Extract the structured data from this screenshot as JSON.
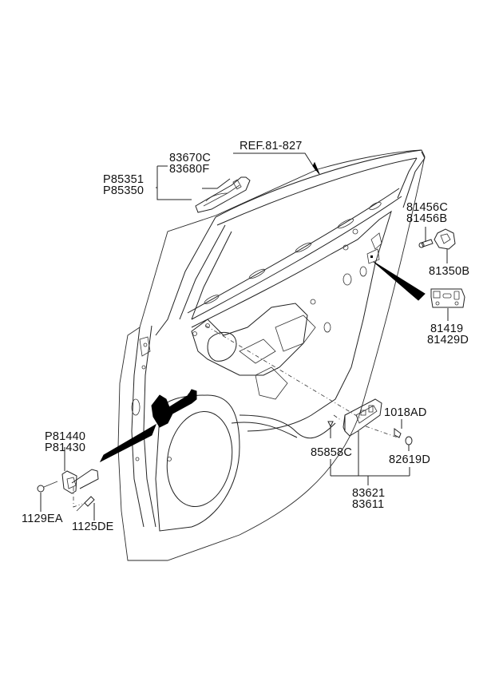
{
  "diagram": {
    "title": "Rear Door Panel Parts Diagram",
    "reference": "REF.81-827",
    "colors": {
      "line": "#222222",
      "background": "#ffffff",
      "highlight": "#000000"
    },
    "callouts": {
      "outside_handle": {
        "primary": [
          "83670C",
          "83680F"
        ],
        "secondary": [
          "P85351",
          "P85350"
        ]
      },
      "striker_bolt": [
        "81456C",
        "81456B"
      ],
      "striker": "81350B",
      "latch": [
        "81419",
        "81429D"
      ],
      "screw": "1018AD",
      "clip": "85858C",
      "cap": "82619D",
      "switch_panel": [
        "83621",
        "83611"
      ],
      "checker": [
        "P81440",
        "P81430"
      ],
      "checker_bolt_a": "1129EA",
      "checker_bolt_b": "1125DE"
    }
  }
}
